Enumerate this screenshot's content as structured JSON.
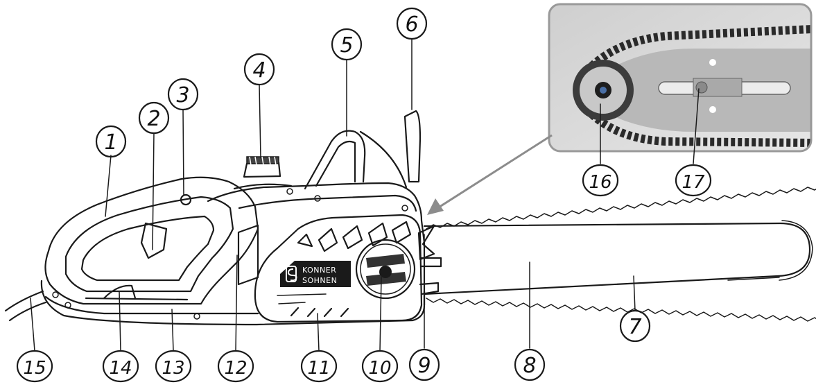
{
  "brand": {
    "line1": "KONNER",
    "line2": "SOHNEN",
    "logo_icon": "ks-logo-icon"
  },
  "callouts": [
    "1",
    "2",
    "3",
    "4",
    "5",
    "6",
    "7",
    "8",
    "9",
    "10",
    "11",
    "12",
    "13",
    "14",
    "15",
    "16",
    "17"
  ],
  "colors": {
    "outline": "#1a1a1a",
    "photo_frame": "#999999",
    "arrow": "#8c8c8c",
    "badge": "#1a1a1a"
  }
}
